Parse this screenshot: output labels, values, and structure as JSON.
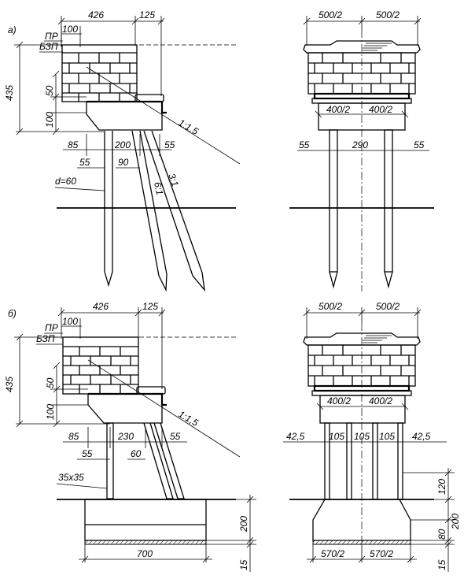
{
  "variant_a": {
    "letter": "а)",
    "level_top": "ПР",
    "level_bottom": "БЗП",
    "dim_wall": "426",
    "dim_offset": "125",
    "dim_top": "100",
    "dim_height": "435",
    "dim_50": "50",
    "dim_100": "100",
    "dim_85": "85",
    "dim_200": "200",
    "dim_55_right": "55",
    "dim_55_left": "55",
    "dim_90": "90",
    "slope_cone": "1:1,5",
    "slope_pile_1": "3:1",
    "slope_pile_2": "6:1",
    "pile_diameter": "d=60",
    "front_half_left": "500/2",
    "front_half_right": "500/2",
    "cap_half_left": "400/2",
    "cap_half_right": "400/2",
    "front_55_left": "55",
    "front_290": "290",
    "front_55_right": "55"
  },
  "variant_b": {
    "letter": "б)",
    "level_top": "ПР",
    "level_bottom": "БЗП",
    "dim_wall": "426",
    "dim_offset": "125",
    "dim_top": "100",
    "dim_height": "435",
    "dim_50": "50",
    "dim_100": "100",
    "dim_85": "85",
    "dim_230": "230",
    "dim_55_right": "55",
    "dim_55_left": "55",
    "dim_60": "60",
    "slope_cone": "1:1,5",
    "pile_section": "35x35",
    "dim_200": "200",
    "dim_700": "700",
    "dim_15": "15",
    "front_half_left": "500/2",
    "front_half_right": "500/2",
    "cap_half_left": "400/2",
    "cap_half_right": "400/2",
    "front_42_left": "42,5",
    "front_105_a": "105",
    "front_105_b": "105",
    "front_105_c": "105",
    "front_42_right": "42,5",
    "front_120": "120",
    "front_200": "200",
    "front_80": "80",
    "front_15": "15",
    "footing_half_left": "570/2",
    "footing_half_right": "570/2"
  }
}
